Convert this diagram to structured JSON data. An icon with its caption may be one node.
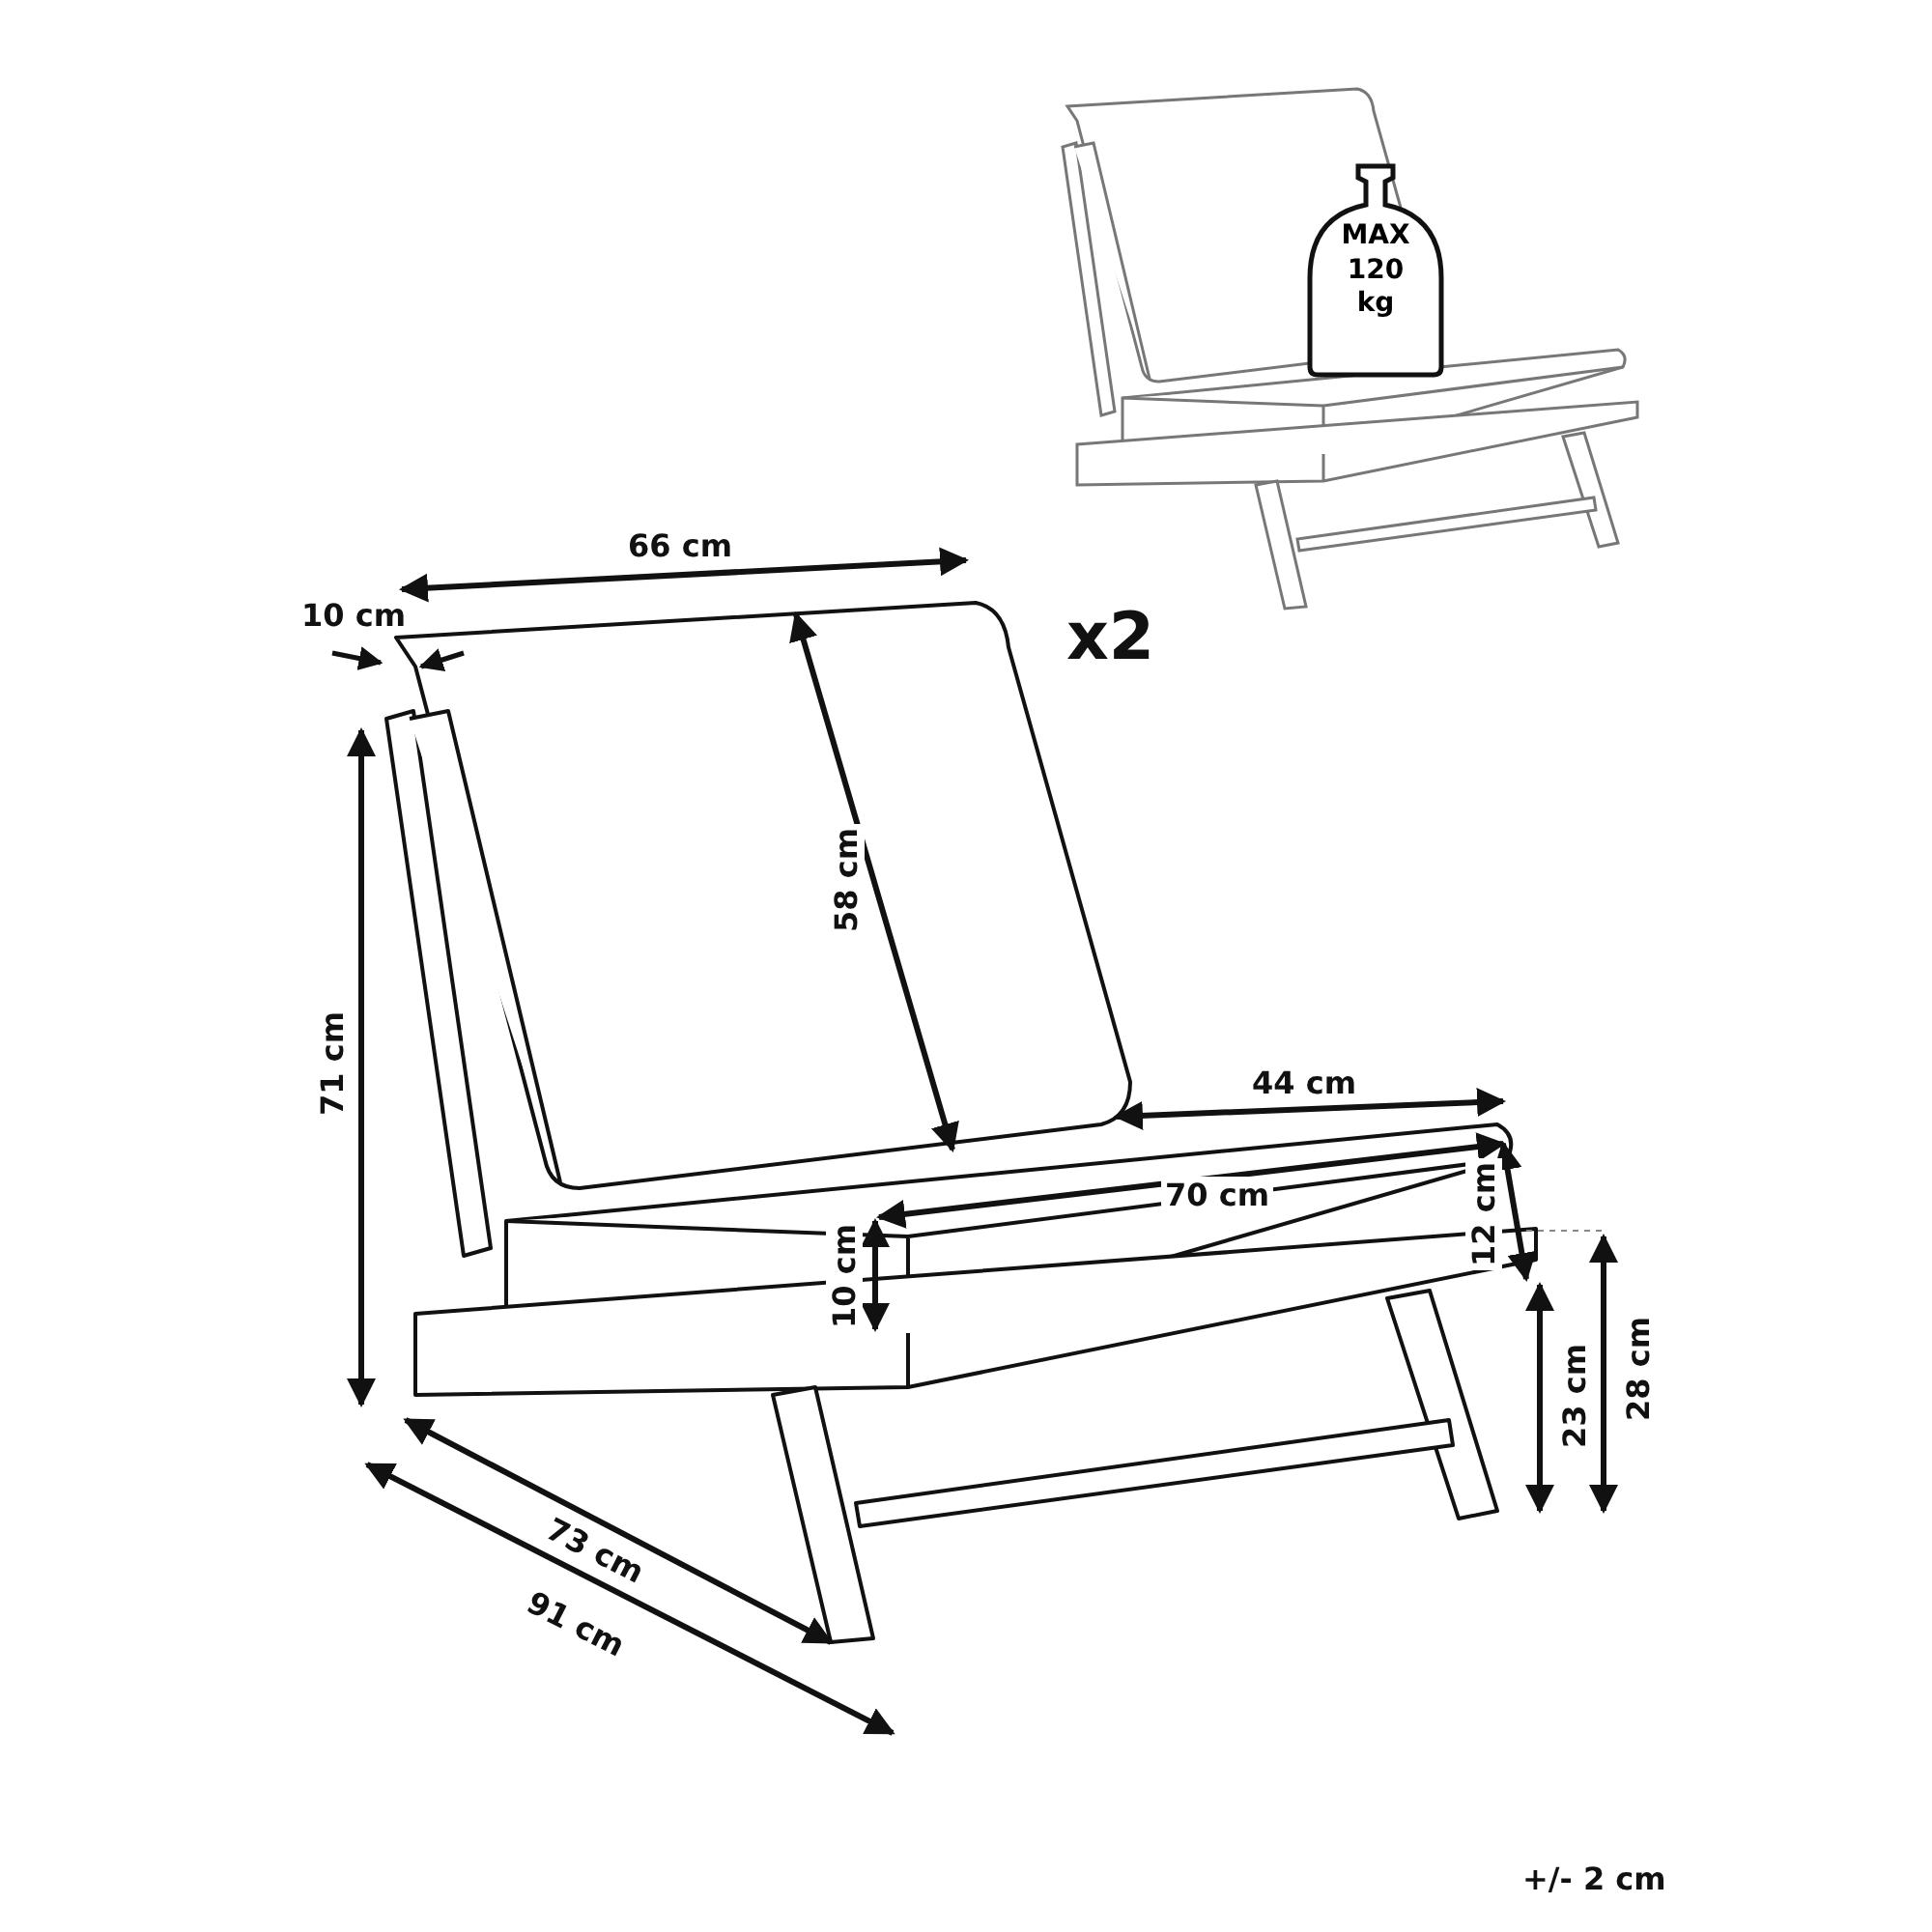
{
  "diagram": {
    "nodes": [
      {
        "text": [
          "MAX 120 kg"
        ]
      }
    ],
    "edges": [],
    "labels": [
      "66 cm",
      "10 cm",
      "x2",
      "58 cm",
      "71 cm",
      "44 cm",
      "70 cm",
      "12 cm",
      "10 cm",
      "23 cm",
      "28 cm",
      "73 cm",
      "91 cm",
      "+/- 2 cm"
    ]
  }
}
